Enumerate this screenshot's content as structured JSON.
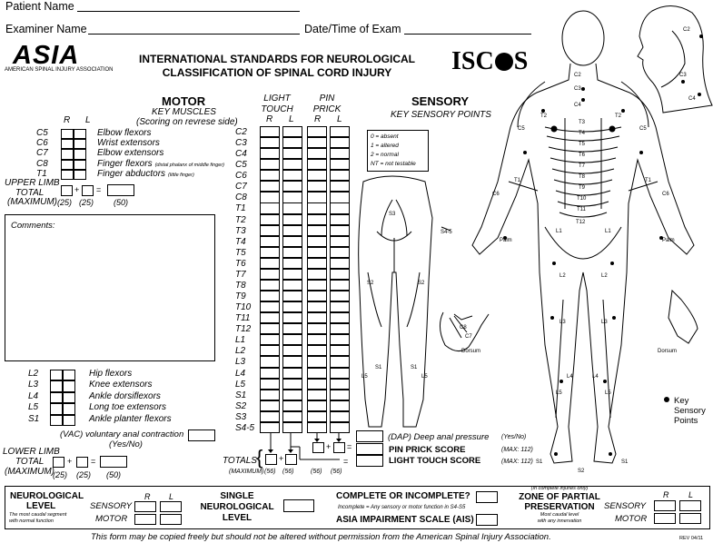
{
  "header": {
    "patient_name_label": "Patient Name",
    "examiner_name_label": "Examiner Name",
    "date_time_label": "Date/Time of Exam",
    "title_line1": "INTERNATIONAL STANDARDS FOR NEUROLOGICAL",
    "title_line2": "CLASSIFICATION OF SPINAL CORD INJURY",
    "asia_logo": "ASIA",
    "asia_sub": "AMERICAN SPINAL INJURY ASSOCIATION",
    "iscos_logo": "ISC",
    "iscos_logo_end": "S"
  },
  "motor": {
    "title": "MOTOR",
    "subtitle": "KEY MUSCLES",
    "scoring": "(Scoring on revrese side)",
    "col_r": "R",
    "col_l": "L",
    "upper": [
      {
        "level": "C5",
        "muscle": "Elbow flexors",
        "note": ""
      },
      {
        "level": "C6",
        "muscle": "Wrist extensors",
        "note": ""
      },
      {
        "level": "C7",
        "muscle": "Elbow extensors",
        "note": ""
      },
      {
        "level": "C8",
        "muscle": "Finger flexors",
        "note": "(distal phalanx of middle finger)"
      },
      {
        "level": "T1",
        "muscle": "Finger abductors",
        "note": "(little finger)"
      }
    ],
    "upper_total_line1": "UPPER LIMB",
    "upper_total_line2": "TOTAL",
    "upper_total_line3": "(MAXIMUM)",
    "plus": "+",
    "equals": "=",
    "upper_max_r": "(25)",
    "upper_max_l": "(25)",
    "upper_max_total": "(50)",
    "comments_label": "Comments:",
    "lower": [
      {
        "level": "L2",
        "muscle": "Hip flexors"
      },
      {
        "level": "L3",
        "muscle": "Knee extensors"
      },
      {
        "level": "L4",
        "muscle": "Ankle dorsiflexors"
      },
      {
        "level": "L5",
        "muscle": "Long toe extensors"
      },
      {
        "level": "S1",
        "muscle": "Ankle planter flexors"
      }
    ],
    "vac_line1": "(VAC) voluntary anal contraction",
    "vac_line2": "(Yes/No)",
    "lower_total_line1": "LOWER LIMB",
    "lower_total_line2": "TOTAL",
    "lower_total_line3": "(MAXIMUM)",
    "lower_max_r": "(25)",
    "lower_max_l": "(25)",
    "lower_max_total": "(50)"
  },
  "sensory_grid": {
    "light_touch_line1": "LIGHT",
    "light_touch_line2": "TOUCH",
    "pin_prick_line1": "PIN",
    "pin_prick_line2": "PRICK",
    "col_r": "R",
    "col_l": "L",
    "levels": [
      "C2",
      "C3",
      "C4",
      "C5",
      "C6",
      "C7",
      "C8",
      "T1",
      "T2",
      "T3",
      "T4",
      "T5",
      "T6",
      "T7",
      "T8",
      "T9",
      "T10",
      "T11",
      "T12",
      "L1",
      "L2",
      "L3",
      "L4",
      "L5",
      "S1",
      "S2",
      "S3",
      "S4-5"
    ],
    "totals_label": "TOTALS",
    "maximum_label": "(MAXIMUM)",
    "max_56": "(56)",
    "plus": "+",
    "equals": "="
  },
  "sensory": {
    "title": "SENSORY",
    "subtitle": "KEY SENSORY POINTS",
    "legend": [
      "0 = absent",
      "1 = altered",
      "2 = normal",
      "NT = not testable"
    ],
    "dap_label": "(DAP) Deep anal pressure",
    "dap_yesno": "(Yes/No)",
    "pin_prick_score": "PIN PRICK SCORE",
    "light_touch_score": "LIGHT TOUCH SCORE",
    "max_112": "(MAX: 112)",
    "key_points_line1": "Key",
    "key_points_line2": "Sensory",
    "key_points_line3": "Points",
    "palm": "Palm",
    "dorsum": "Dorsum"
  },
  "body_labels": {
    "front": [
      "C2",
      "C3",
      "C4",
      "T2",
      "T3",
      "T4",
      "T5",
      "T6",
      "T7",
      "T8",
      "T9",
      "T10",
      "T11",
      "T12",
      "C5",
      "C6",
      "T1",
      "L1",
      "L2",
      "L3",
      "L4",
      "L5",
      "S1",
      "C8",
      "C7"
    ],
    "head": [
      "C2",
      "C3",
      "C4"
    ],
    "back": [
      "S3",
      "S4-5",
      "S2",
      "S1",
      "L5"
    ]
  },
  "footer": {
    "neuro_level_line1": "NEUROLOGICAL",
    "neuro_level_line2": "LEVEL",
    "neuro_level_note1": "The most caudal segment",
    "neuro_level_note2": "with normal function",
    "sensory": "SENSORY",
    "motor": "MOTOR",
    "r": "R",
    "l": "L",
    "single_line1": "SINGLE",
    "single_line2": "NEUROLOGICAL",
    "single_line3": "LEVEL",
    "complete_q": "COMPLETE OR INCOMPLETE?",
    "incomplete_note": "Incomplete = Any sensory or motor function in S4-S5",
    "ais": "ASIA IMPAIRMENT SCALE (AIS)",
    "zpp_note": "(In complete injuries only)",
    "zpp_line1": "ZONE OF PARTIAL",
    "zpp_line2": "PRESERVATION",
    "zpp_note2": "Most caudal level",
    "zpp_note3": "with any innervation",
    "disclaimer": "This form may be copied freely but should not be altered without permission from the American Spinal Injury Association.",
    "rev": "REV 04/11"
  }
}
